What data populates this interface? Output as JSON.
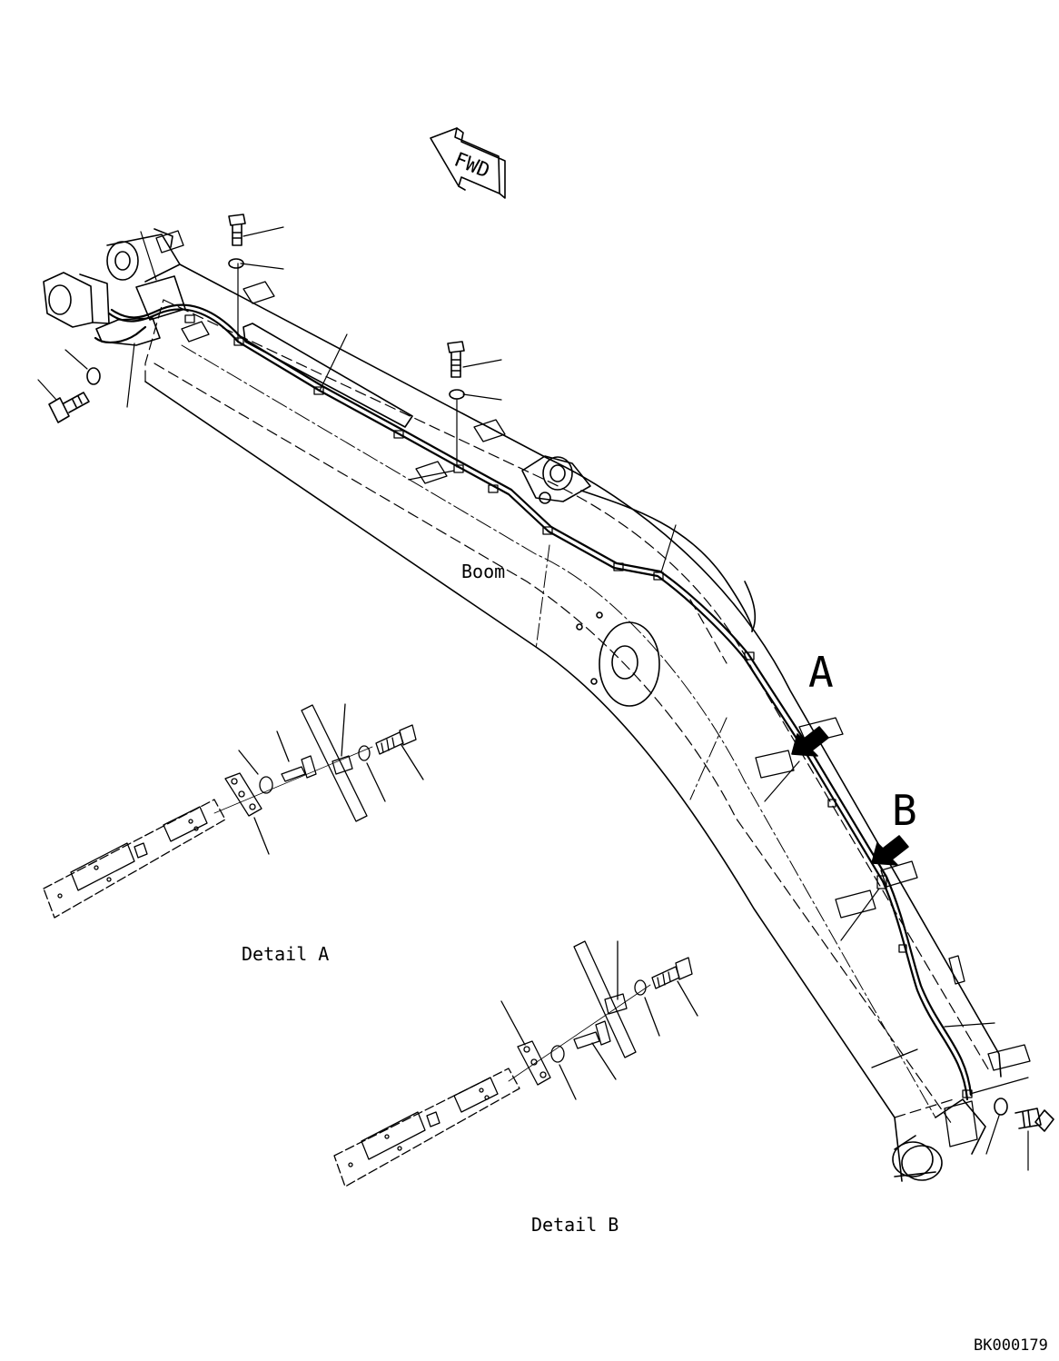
{
  "orientation": {
    "direction_label": "FWD"
  },
  "labels": {
    "boom": "Boom",
    "callout_a": "A",
    "callout_b": "B",
    "detail_a": "Detail A",
    "detail_b": "Detail B",
    "drawing_number": "BK000179"
  }
}
